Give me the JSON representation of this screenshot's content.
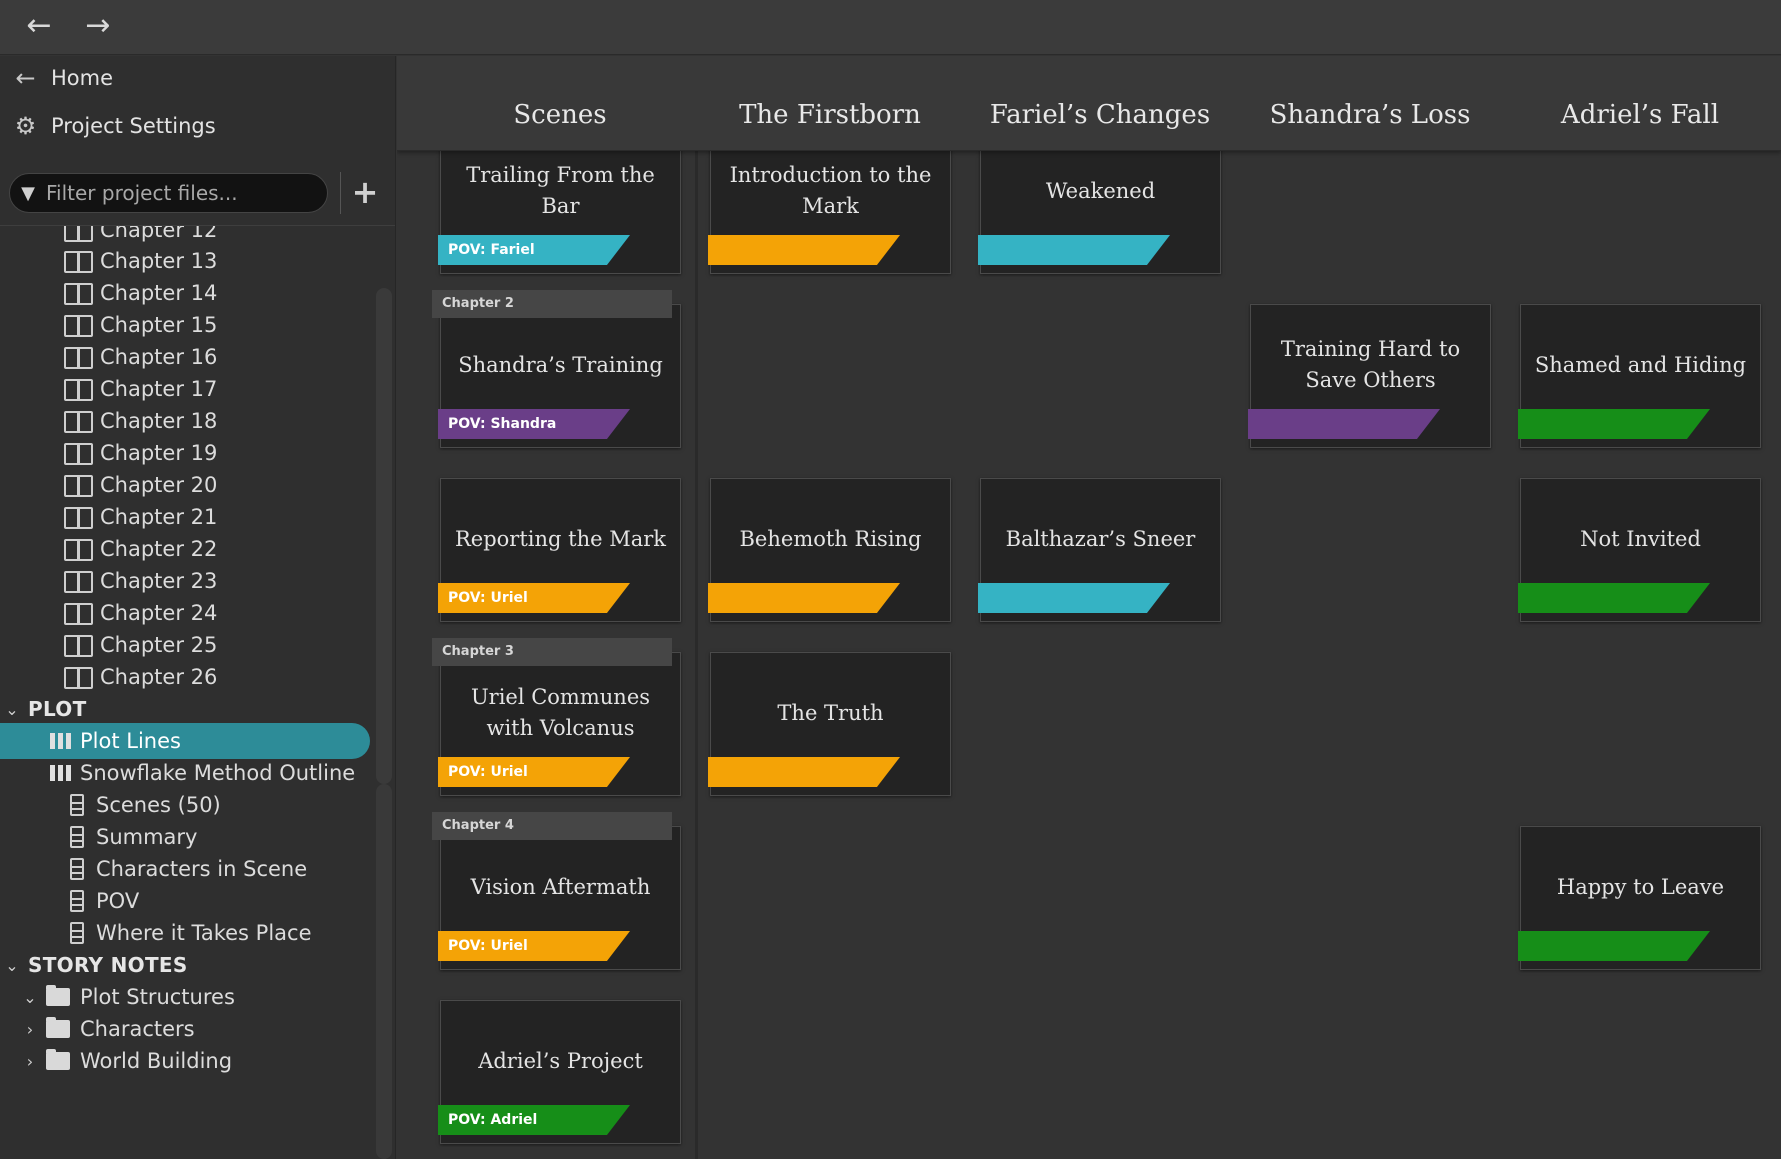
{
  "nav": {
    "back": "←",
    "forward": "→"
  },
  "sidebar": {
    "home_label": "Home",
    "settings_label": "Project Settings",
    "filter_placeholder": "Filter project files...",
    "partial_top": "Chapter 12",
    "chapters": [
      "Chapter 13",
      "Chapter 14",
      "Chapter 15",
      "Chapter 16",
      "Chapter 17",
      "Chapter 18",
      "Chapter 19",
      "Chapter 20",
      "Chapter 21",
      "Chapter 22",
      "Chapter 23",
      "Chapter 24",
      "Chapter 25",
      "Chapter 26"
    ],
    "plot_header": "PLOT",
    "plot_lines": "Plot Lines",
    "snowflake": "Snowflake Method Outline",
    "scenes": "Scenes  (50)",
    "summary": "Summary",
    "characters_in_scene": "Characters in Scene",
    "pov": "POV",
    "where": "Where it Takes Place",
    "story_notes_header": "STORY NOTES",
    "plot_structures": "Plot Structures",
    "characters": "Characters",
    "world_building": "World Building"
  },
  "board": {
    "columns": [
      "Scenes",
      "The Firstborn",
      "Fariel’s Changes",
      "Shandra’s Loss",
      "Adriel’s Fall"
    ],
    "chapters": [
      "Chapter 2",
      "Chapter 3",
      "Chapter 4"
    ],
    "cards": {
      "c1": {
        "title": "Trailing From the Bar",
        "tag": "POV: Fariel"
      },
      "c2": {
        "title": "Introduction to the Mark"
      },
      "c3": {
        "title": "Weakened"
      },
      "c4": {
        "title": "Shandra’s Training",
        "tag": "POV: Shandra"
      },
      "c5": {
        "title": "Training Hard to Save Others"
      },
      "c6": {
        "title": "Shamed and Hiding"
      },
      "c7": {
        "title": "Reporting the Mark",
        "tag": "POV: Uriel"
      },
      "c8": {
        "title": "Behemoth Rising"
      },
      "c9": {
        "title": "Balthazar’s Sneer"
      },
      "c10": {
        "title": "Not Invited"
      },
      "c11": {
        "title": "Uriel Communes with Volcanus",
        "tag": "POV: Uriel"
      },
      "c12": {
        "title": "The Truth"
      },
      "c13": {
        "title": "Vision Aftermath",
        "tag": "POV: Uriel"
      },
      "c14": {
        "title": "Happy to Leave"
      },
      "c15": {
        "title": "Adriel’s Project",
        "tag": "POV: Adriel"
      }
    },
    "colors": {
      "fariel": "#35b3c4",
      "shandra": "#6a3e88",
      "uriel": "#f4a306",
      "adriel": "#168e18"
    }
  }
}
